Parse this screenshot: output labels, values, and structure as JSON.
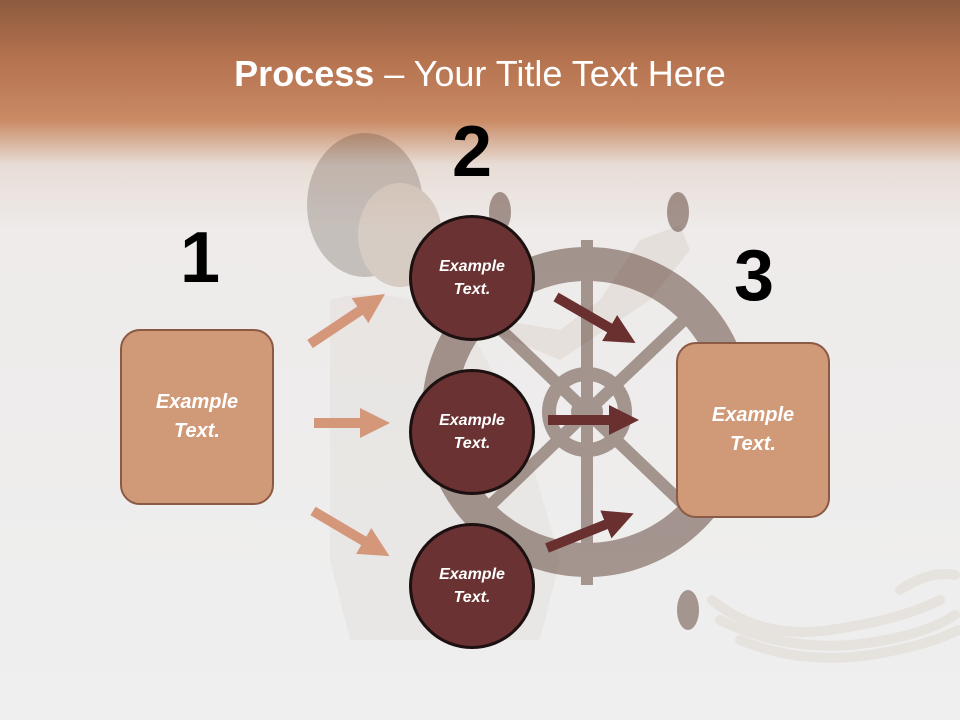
{
  "title": {
    "bold": "Process",
    "rest": " – Your Title Text Here"
  },
  "steps": {
    "left": {
      "number": "1",
      "text": "Example Text."
    },
    "middle": {
      "number": "2",
      "circles": [
        {
          "text": "Example Text."
        },
        {
          "text": "Example Text."
        },
        {
          "text": "Example Text."
        }
      ]
    },
    "right": {
      "number": "3",
      "text": "Example Text."
    }
  },
  "colors": {
    "box_fill": "#d09a78",
    "box_border": "#8a5a45",
    "circle_fill": "#6a3232",
    "left_arrows": "#d4977a",
    "right_arrows": "#6a3030"
  }
}
